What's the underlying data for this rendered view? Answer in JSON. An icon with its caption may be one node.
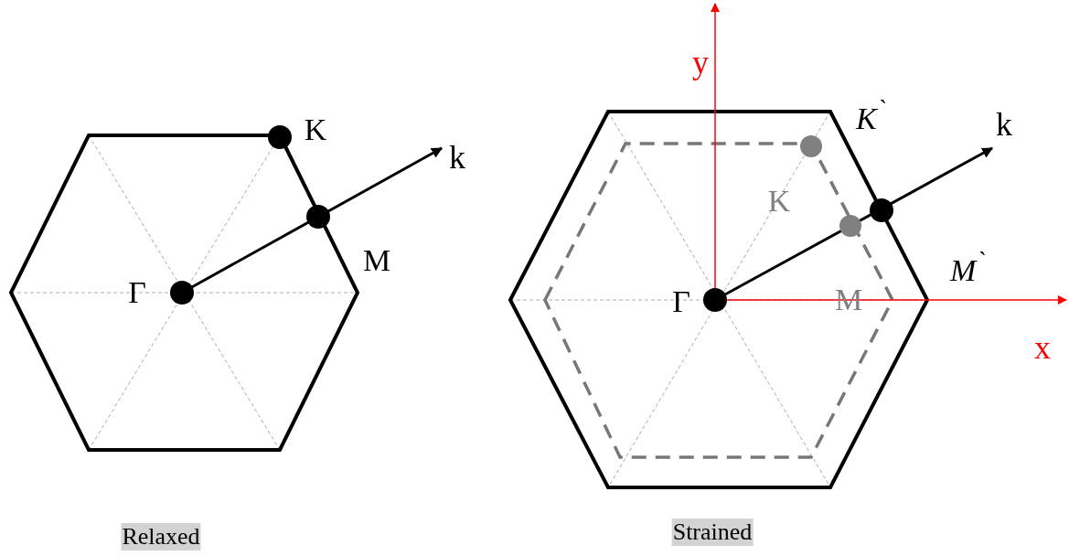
{
  "diagram": {
    "labels": [
      "K",
      "k",
      "M",
      "Γ",
      "Relaxed",
      "y",
      "K$^{`}$",
      "k",
      "K",
      "M$^{`}$",
      "Γ",
      "M",
      "x",
      "Strained"
    ]
  }
}
